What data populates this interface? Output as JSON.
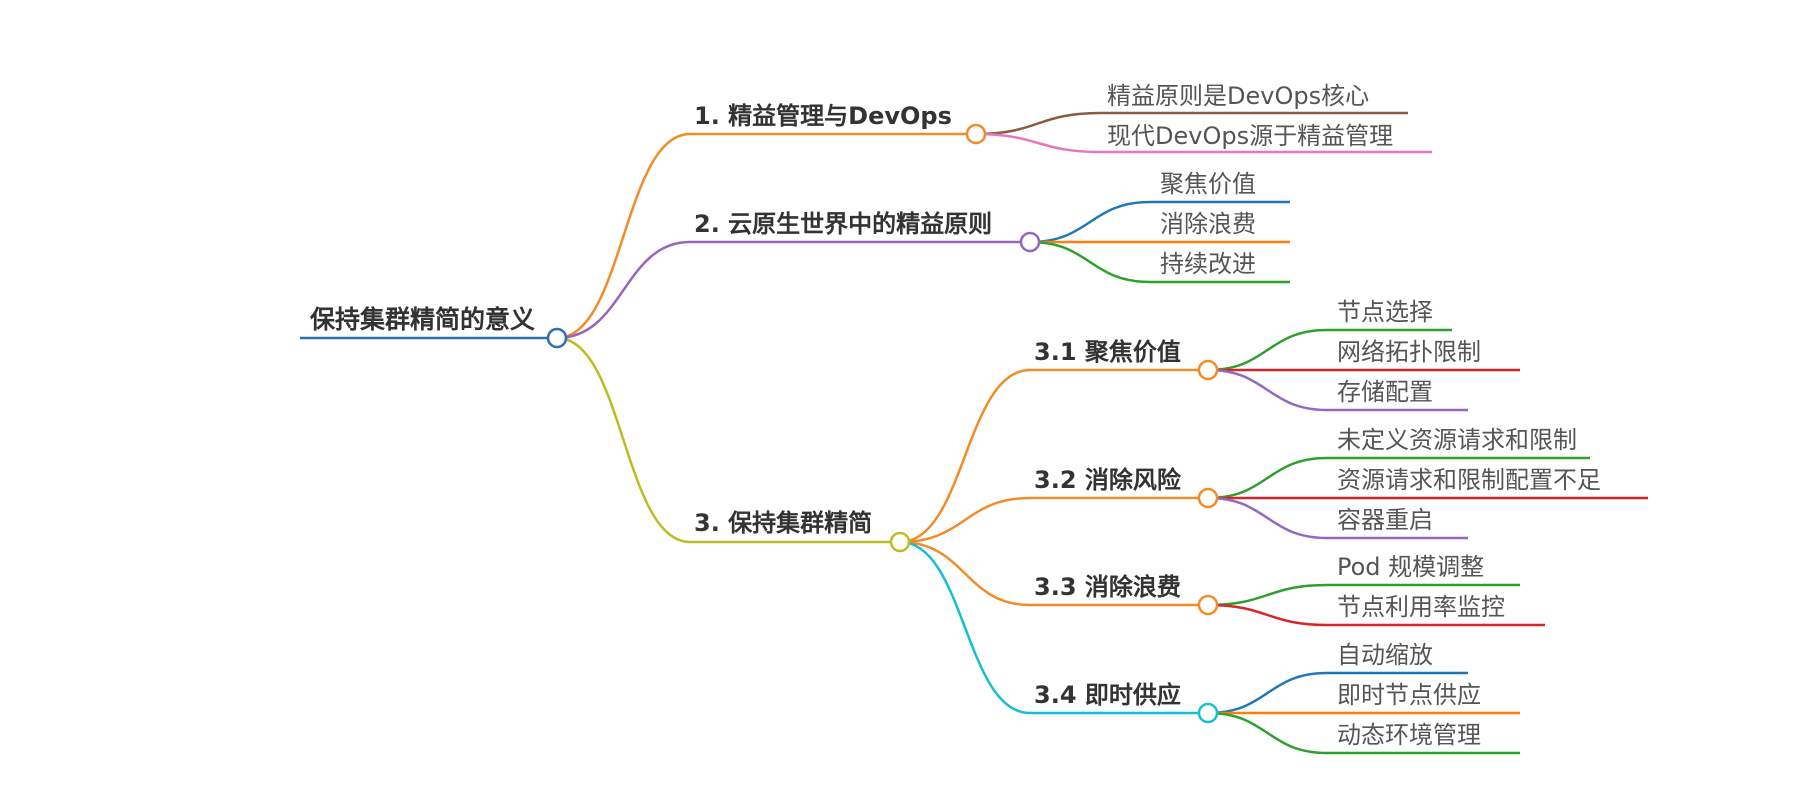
{
  "mindmap": {
    "root": {
      "label": "保持集群精简的意义",
      "color": "#2e6fae"
    },
    "branches": [
      {
        "label": "1. 精益管理与DevOps",
        "color": "#f28c28",
        "leaves": [
          {
            "label": "精益原则是DevOps核心",
            "color": "#8a5a44"
          },
          {
            "label": "现代DevOps源于精益管理",
            "color": "#e377c2"
          }
        ]
      },
      {
        "label": "2. 云原生世界中的精益原则",
        "color": "#9467bd",
        "leaves": [
          {
            "label": "聚焦价值",
            "color": "#1f77b4"
          },
          {
            "label": "消除浪费",
            "color": "#ff7f0e"
          },
          {
            "label": "持续改进",
            "color": "#2ca02c"
          }
        ]
      },
      {
        "label": "3. 保持集群精简",
        "color": "#bcbd22",
        "children": [
          {
            "label": "3.1 聚焦价值",
            "color": "#f28c28",
            "leaves": [
              {
                "label": "节点选择",
                "color": "#2ca02c"
              },
              {
                "label": "网络拓扑限制",
                "color": "#d62728"
              },
              {
                "label": "存储配置",
                "color": "#9467bd"
              }
            ]
          },
          {
            "label": "3.2 消除风险",
            "color": "#f28c28",
            "leaves": [
              {
                "label": "未定义资源请求和限制",
                "color": "#2ca02c"
              },
              {
                "label": "资源请求和限制配置不足",
                "color": "#d62728"
              },
              {
                "label": "容器重启",
                "color": "#9467bd"
              }
            ]
          },
          {
            "label": "3.3 消除浪费",
            "color": "#f28c28",
            "leaves": [
              {
                "label": "Pod 规模调整",
                "color": "#2ca02c"
              },
              {
                "label": "节点利用率监控",
                "color": "#d62728"
              }
            ]
          },
          {
            "label": "3.4 即时供应",
            "color": "#17becf",
            "leaves": [
              {
                "label": "自动缩放",
                "color": "#1f77b4"
              },
              {
                "label": "即时节点供应",
                "color": "#ff7f0e"
              },
              {
                "label": "动态环境管理",
                "color": "#2ca02c"
              }
            ]
          }
        ]
      }
    ]
  }
}
